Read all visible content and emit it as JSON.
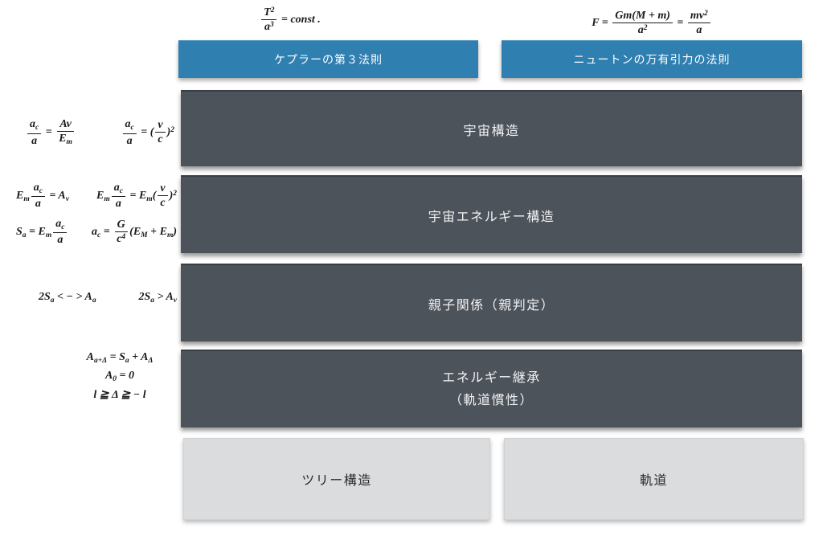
{
  "slide": {
    "colors": {
      "header_blue": "#2f7fb1",
      "row_dark": "#4d535b",
      "bottom_light": "#dbdcde",
      "canvas": "#ffffff"
    },
    "headers": [
      {
        "label": "ケプラーの第３法則"
      },
      {
        "label": "ニュートンの万有引力の法則"
      }
    ],
    "rows": [
      {
        "label": "宇宙構造"
      },
      {
        "label": "宇宙エネルギー構造"
      },
      {
        "label": "親子関係（親判定）"
      },
      {
        "line1": "エネルギー継承",
        "line2": "（軌道慣性）"
      }
    ],
    "bottom": [
      {
        "label": "ツリー構造"
      },
      {
        "label": "軌道"
      }
    ],
    "math": {
      "kepler": [
        {
          "frac": {
            "n": [
              {
                "t": "T"
              },
              {
                "sup": [
                  {
                    "t": "2"
                  }
                ]
              }
            ],
            "d": [
              {
                "t": "a"
              },
              {
                "sup": [
                  {
                    "t": "3"
                  }
                ]
              }
            ]
          }
        },
        {
          "t": " = const ."
        }
      ],
      "newton": [
        {
          "t": "F = "
        },
        {
          "frac": {
            "n": [
              {
                "t": "Gm(M + m)"
              }
            ],
            "d": [
              {
                "t": "a"
              },
              {
                "sup": [
                  {
                    "t": "2"
                  }
                ]
              }
            ]
          }
        },
        {
          "t": " = "
        },
        {
          "frac": {
            "n": [
              {
                "t": "mv"
              },
              {
                "sup": [
                  {
                    "t": "2"
                  }
                ]
              }
            ],
            "d": [
              {
                "t": "a"
              }
            ]
          }
        }
      ],
      "r1a": [
        {
          "frac": {
            "n": [
              {
                "t": "a"
              },
              {
                "sub": [
                  {
                    "t": "c"
                  }
                ]
              }
            ],
            "d": [
              {
                "t": "a"
              }
            ]
          }
        },
        {
          "t": " = "
        },
        {
          "frac": {
            "n": [
              {
                "t": "Av"
              }
            ],
            "d": [
              {
                "t": "E"
              },
              {
                "sub": [
                  {
                    "t": "m"
                  }
                ]
              }
            ]
          }
        }
      ],
      "r1b": [
        {
          "frac": {
            "n": [
              {
                "t": "a"
              },
              {
                "sub": [
                  {
                    "t": "c"
                  }
                ]
              }
            ],
            "d": [
              {
                "t": "a"
              }
            ]
          }
        },
        {
          "t": " = ("
        },
        {
          "frac": {
            "n": [
              {
                "t": "v"
              }
            ],
            "d": [
              {
                "t": "c"
              }
            ]
          }
        },
        {
          "t": ")"
        },
        {
          "sup": [
            {
              "t": "2"
            }
          ]
        }
      ],
      "r2a": [
        {
          "t": "E"
        },
        {
          "sub": [
            {
              "t": "m"
            }
          ]
        },
        {
          "frac": {
            "n": [
              {
                "t": "a"
              },
              {
                "sub": [
                  {
                    "t": "c"
                  }
                ]
              }
            ],
            "d": [
              {
                "t": "a"
              }
            ]
          }
        },
        {
          "t": " = A"
        },
        {
          "sub": [
            {
              "t": "v"
            }
          ]
        }
      ],
      "r2b": [
        {
          "t": "E"
        },
        {
          "sub": [
            {
              "t": "m"
            }
          ]
        },
        {
          "frac": {
            "n": [
              {
                "t": "a"
              },
              {
                "sub": [
                  {
                    "t": "c"
                  }
                ]
              }
            ],
            "d": [
              {
                "t": "a"
              }
            ]
          }
        },
        {
          "t": " = E"
        },
        {
          "sub": [
            {
              "t": "m"
            }
          ]
        },
        {
          "t": "("
        },
        {
          "frac": {
            "n": [
              {
                "t": "v"
              }
            ],
            "d": [
              {
                "t": "c"
              }
            ]
          }
        },
        {
          "t": ")"
        },
        {
          "sup": [
            {
              "t": "2"
            }
          ]
        }
      ],
      "r2c": [
        {
          "t": "S"
        },
        {
          "sub": [
            {
              "t": "a"
            }
          ]
        },
        {
          "t": " = E"
        },
        {
          "sub": [
            {
              "t": "m"
            }
          ]
        },
        {
          "frac": {
            "n": [
              {
                "t": "a"
              },
              {
                "sub": [
                  {
                    "t": "c"
                  }
                ]
              }
            ],
            "d": [
              {
                "t": "a"
              }
            ]
          }
        }
      ],
      "r2d": [
        {
          "t": "a"
        },
        {
          "sub": [
            {
              "t": "c"
            }
          ]
        },
        {
          "t": " = "
        },
        {
          "frac": {
            "n": [
              {
                "t": "G"
              }
            ],
            "d": [
              {
                "t": "c"
              },
              {
                "sup": [
                  {
                    "t": "4"
                  }
                ]
              }
            ]
          }
        },
        {
          "t": "(E"
        },
        {
          "sub": [
            {
              "t": "M"
            }
          ]
        },
        {
          "t": " + E"
        },
        {
          "sub": [
            {
              "t": "m"
            }
          ]
        },
        {
          "t": ")"
        }
      ],
      "r3a": [
        {
          "t": "2S"
        },
        {
          "sub": [
            {
              "t": "a"
            }
          ]
        },
        {
          "t": " < − > A"
        },
        {
          "sub": [
            {
              "t": "a"
            }
          ]
        }
      ],
      "r3b": [
        {
          "t": "2S"
        },
        {
          "sub": [
            {
              "t": "a"
            }
          ]
        },
        {
          "t": " > A"
        },
        {
          "sub": [
            {
              "t": "v"
            }
          ]
        }
      ],
      "r4a": [
        {
          "t": "A"
        },
        {
          "sub": [
            {
              "t": "a+Δ"
            }
          ]
        },
        {
          "t": " = S"
        },
        {
          "sub": [
            {
              "t": "a"
            }
          ]
        },
        {
          "t": " + A"
        },
        {
          "sub": [
            {
              "t": "Δ"
            }
          ]
        }
      ],
      "r4b": [
        {
          "t": "A"
        },
        {
          "sub": [
            {
              "t": "0"
            }
          ]
        },
        {
          "t": " = 0"
        }
      ],
      "r4c": [
        {
          "t": "l ≧ Δ ≧ − l"
        }
      ]
    }
  }
}
